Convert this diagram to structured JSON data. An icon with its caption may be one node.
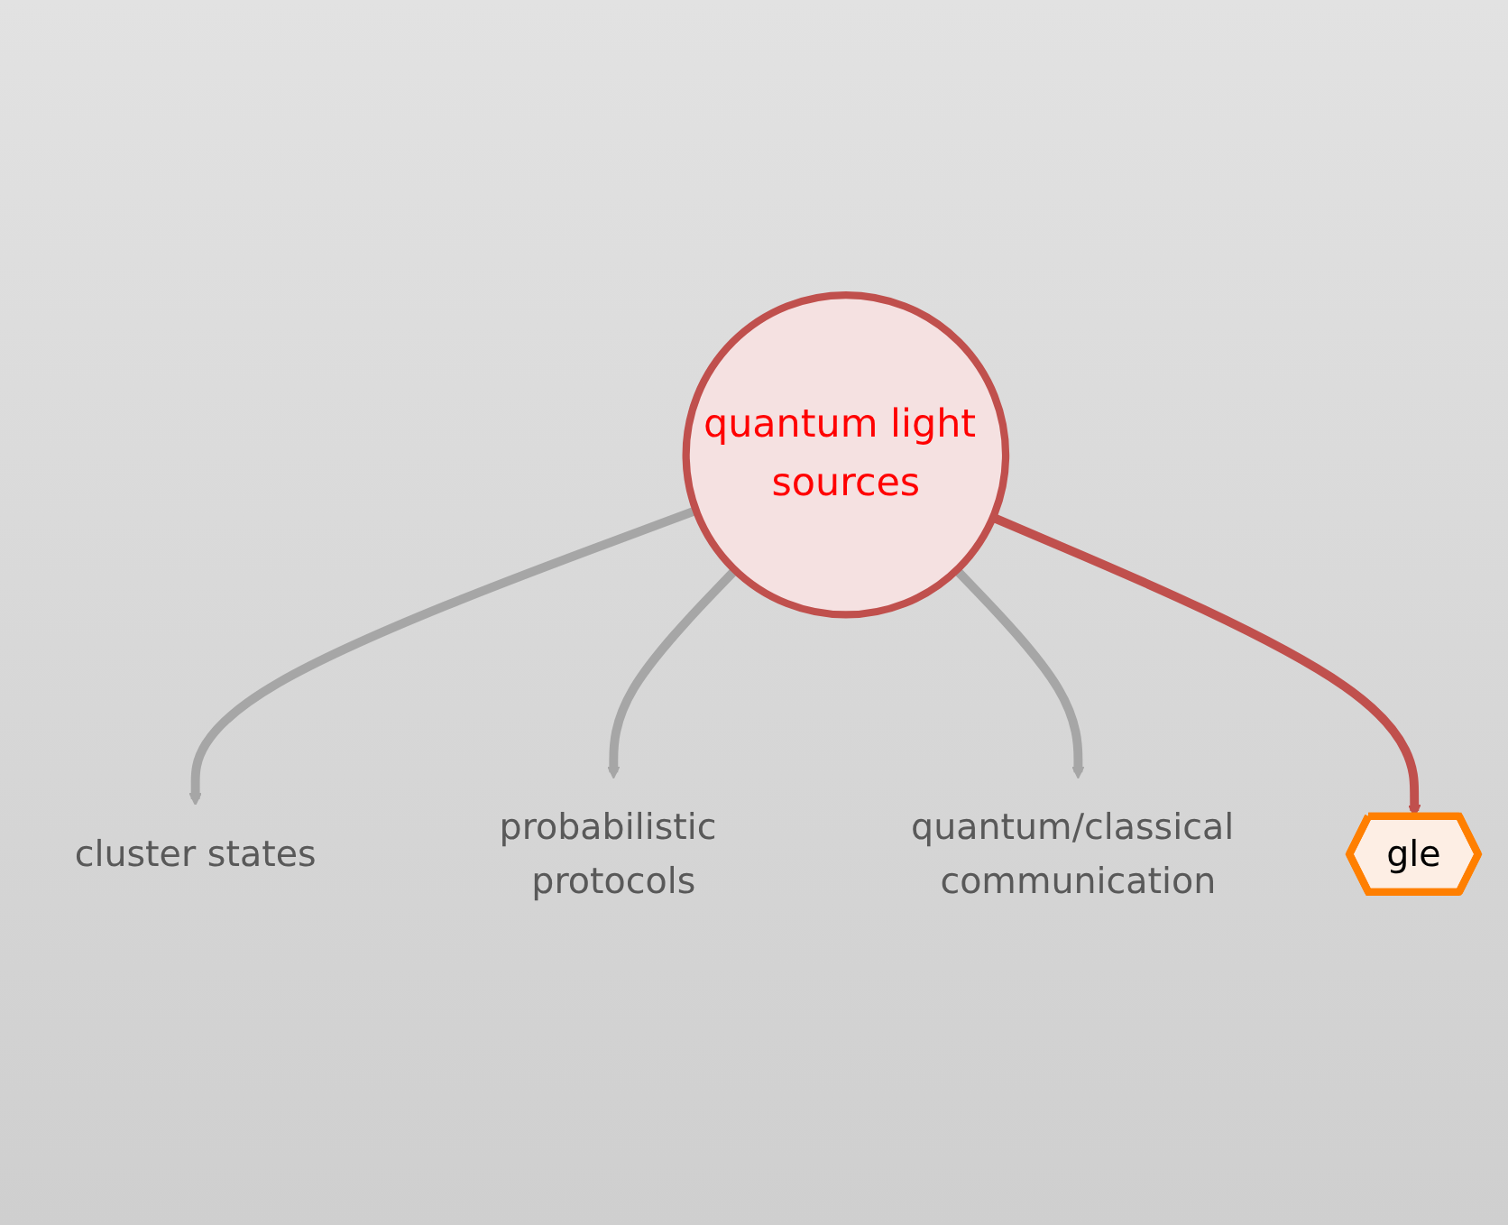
{
  "diagram": {
    "nodes": [
      {
        "text": [
          "quantum light sources"
        ]
      },
      {
        "text": [
          "cluster states"
        ]
      },
      {
        "text": [
          "probabilistic protocols"
        ]
      },
      {
        "text": [
          "quantum/classical communication"
        ]
      },
      {
        "text": [
          "gle"
        ]
      }
    ],
    "edges": [
      {
        "from": 0,
        "to": 1,
        "arrow": "to"
      },
      {
        "from": 0,
        "to": 2,
        "arrow": "to"
      },
      {
        "from": 0,
        "to": 3,
        "arrow": "to"
      },
      {
        "from": 0,
        "to": 4,
        "arrow": "to",
        "color": "#c0504d"
      }
    ]
  }
}
